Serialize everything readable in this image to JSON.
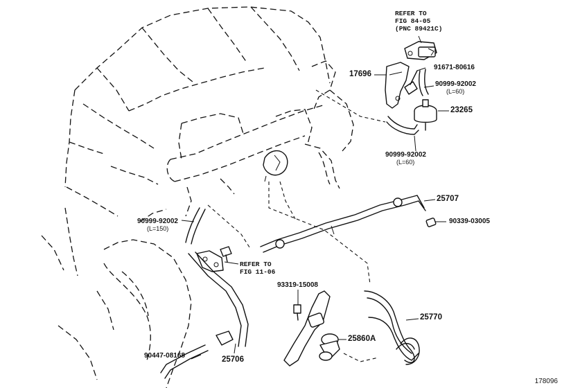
{
  "figure_id": "178096",
  "callouts": {
    "refer_84": {
      "lines": [
        "REFER TO",
        "FIG 84-05",
        "(PNC 89421C)"
      ]
    },
    "refer_11": {
      "lines": [
        "REFER TO",
        "FIG 11-06"
      ]
    },
    "p17696": "17696",
    "p91671": "91671-80616",
    "p90999_a": {
      "part": "90999-92002",
      "spec": "(L=60)"
    },
    "p23265": "23265",
    "p90999_b": {
      "part": "90999-92002",
      "spec": "(L=60)"
    },
    "p90999_c": {
      "part": "90999-92002",
      "spec": "(L=150)"
    },
    "p25707": "25707",
    "p90339": "90339-03005",
    "p93319": "93319-15008",
    "p25770": "25770",
    "p25860A": "25860A",
    "p90447": "90447-08168",
    "p25706": "25706"
  }
}
